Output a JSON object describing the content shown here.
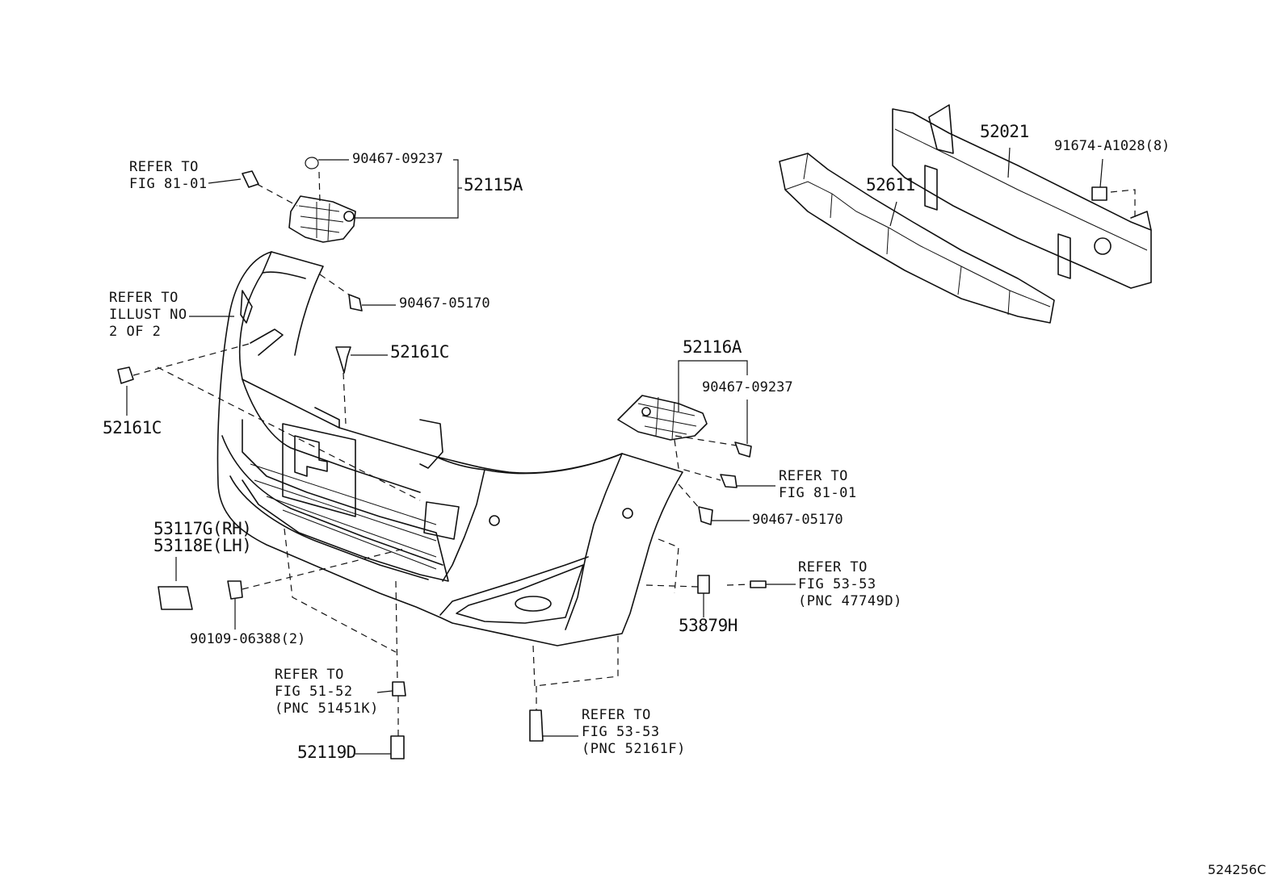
{
  "diagram": {
    "figure_code": "524256C",
    "labels": {
      "c_90467_09237_a": "90467-09237",
      "c_52115A": "52115A",
      "c_refer_81_01_a": "REFER TO\nFIG 81-01",
      "c_90467_05170_a": "90467-05170",
      "c_refer_illust": "REFER TO\nILLUST NO\n2 OF 2",
      "c_52161C_a": "52161C",
      "c_52161C_b": "52161C",
      "c_52021": "52021",
      "c_52611": "52611",
      "c_91674": "91674-A1028(8)",
      "c_52116A": "52116A",
      "c_90467_09237_b": "90467-09237",
      "c_refer_81_01_b": "REFER TO\nFIG 81-01",
      "c_90467_05170_b": "90467-05170",
      "c_53117G": "53117G(RH)\n53118E(LH)",
      "c_refer_53_53_a": "REFER TO\nFIG 53-53\n(PNC 47749D)",
      "c_53879H": "53879H",
      "c_90109": "90109-06388(2)",
      "c_refer_51_52": "REFER TO\nFIG 51-52\n(PNC 51451K)",
      "c_52119D": "52119D",
      "c_refer_53_53_b": "REFER TO\nFIG 53-53\n(PNC 52161F)"
    }
  }
}
